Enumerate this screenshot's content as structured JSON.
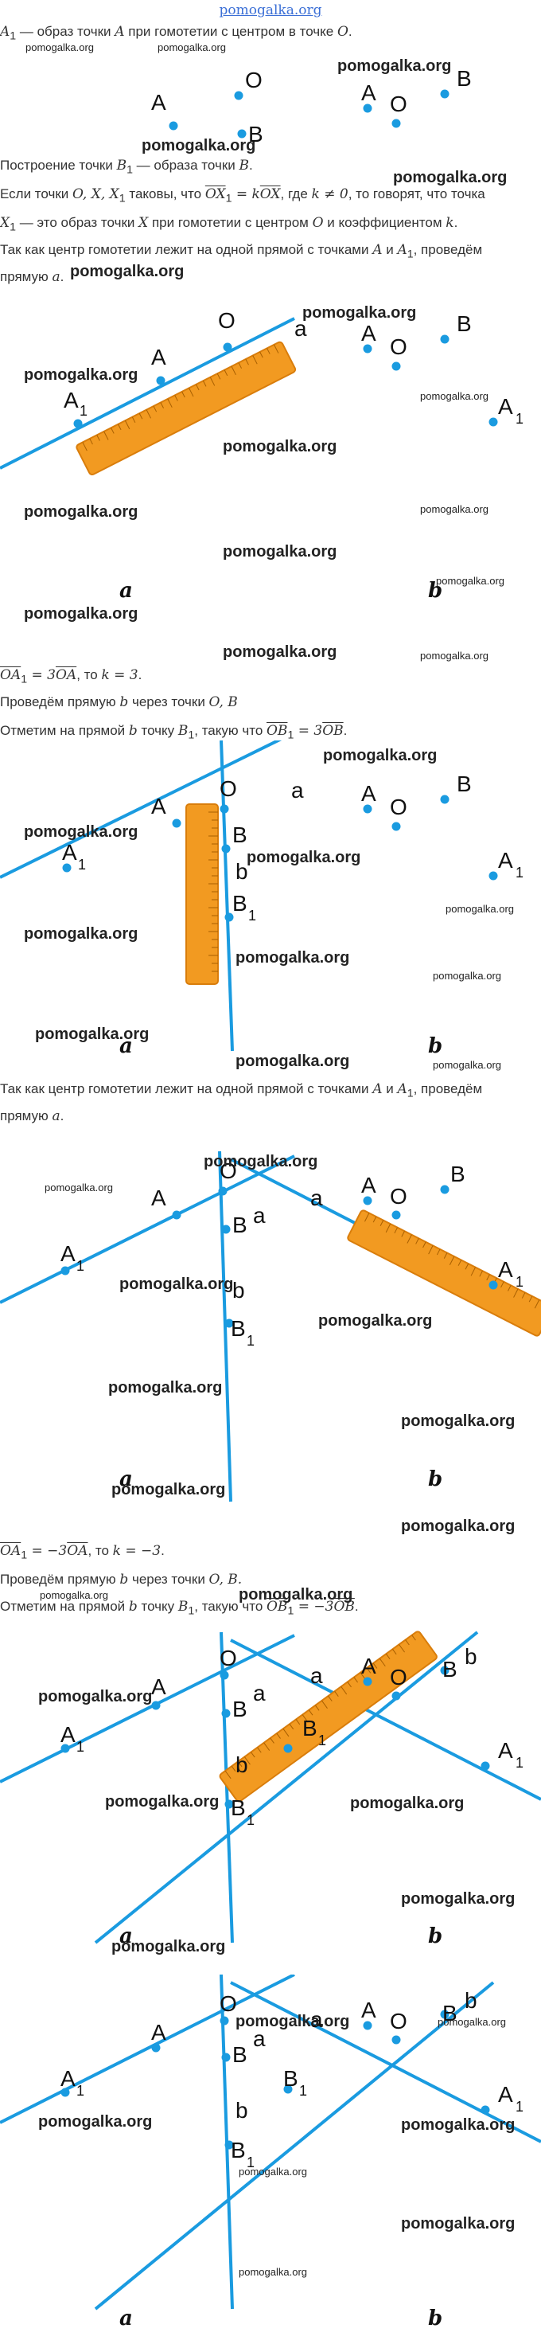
{
  "site": {
    "link_text": "pomogalka.org"
  },
  "watermark": "pomogalka.org",
  "text": {
    "p1": {
      "a": "A",
      "sub": "1",
      "b": " — образ точки ",
      "c": "A",
      "d": " при гомотетии с центром в точке ",
      "e": "O",
      "f": "."
    },
    "p2": {
      "a": "Построение точки ",
      "b": "B",
      "sub": "1",
      "c": " — образа точки ",
      "d": "B",
      "e": "."
    },
    "p3": {
      "a": "Если точки ",
      "b": "O, X, X",
      "sub": "1",
      "c": " таковы, что ",
      "d": "OX",
      "sub2": "1",
      "e": " = k",
      "f": "OX",
      "g": ", где ",
      "h": "k ≠ 0",
      "i": ", то говорят, что точка"
    },
    "p4": {
      "a": "X",
      "sub": "1",
      "b": " — это образ точки ",
      "c": "X",
      "d": " при гомотетии с центром ",
      "e": "O",
      "f": " и коэффициентом ",
      "g": "k",
      "h": "."
    },
    "p5": {
      "a": "Так как центр гомотетии лежит на одной прямой с точками ",
      "b": "A",
      "c": " и ",
      "d": "A",
      "sub": "1",
      "e": ", проведём"
    },
    "p6": {
      "a": "прямую ",
      "b": "a",
      "c": "."
    },
    "p7": {
      "a": "OA",
      "sub": "1",
      "b": " = 3",
      "c": "OA",
      "d": ", то ",
      "e": "k = 3",
      "f": "."
    },
    "p8": {
      "a": "Проведём прямую ",
      "b": "b",
      "c": " через точки ",
      "d": "O,   B"
    },
    "p9": {
      "a": "Отметим на прямой ",
      "b": "b",
      "c": " точку ",
      "d": "B",
      "sub": "1",
      "e": ", такую что ",
      "f": "OB",
      "sub2": "1",
      "g": " = 3",
      "h": "OB",
      "i": "."
    },
    "p10": {
      "a": "Так как центр гомотетии лежит на одной прямой с точками ",
      "b": "A",
      "c": " и ",
      "d": "A",
      "sub": "1",
      "e": ", проведём"
    },
    "p11": {
      "a": "прямую ",
      "b": "a",
      "c": "."
    },
    "p12": {
      "a": "OA",
      "sub": "1",
      "b": " = −3",
      "c": "OA",
      "d": ", то ",
      "e": "k = −3",
      "f": "."
    },
    "p13": {
      "a": "Проведём прямую ",
      "b": "b",
      "c": " через точки ",
      "d": "O,   B."
    },
    "p14": {
      "a": "Отметим на прямой ",
      "b": "b",
      "c": " точку ",
      "d": "B",
      "sub": "1",
      "e": ", такую что ",
      "f": "OB",
      "sub2": "1",
      "g": " = −3",
      "h": "OB",
      "i": "."
    }
  },
  "labels": {
    "A": "A",
    "B": "B",
    "O": "O",
    "A1": "A",
    "B1": "B",
    "one": "1",
    "line_a": "a",
    "line_b": "b",
    "cap_a": "a",
    "cap_b": "b"
  },
  "colors": {
    "point": "#1a9be0",
    "line": "#1a9be0",
    "ruler": "#f29a21",
    "ruler_edge": "#d97d0b",
    "link": "#3b6fd6"
  }
}
